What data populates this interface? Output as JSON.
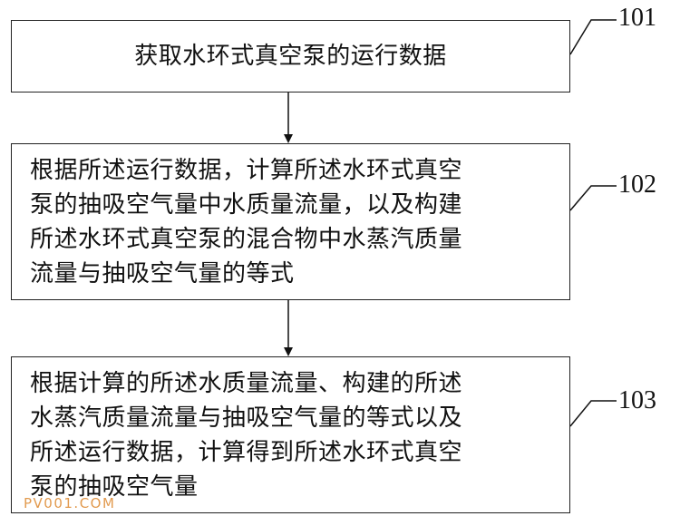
{
  "steps": [
    {
      "id": "101",
      "lines": [
        "获取水环式真空泵的运行数据"
      ]
    },
    {
      "id": "102",
      "lines": [
        "根据所述运行数据，计算所述水环式真空",
        "泵的抽吸空气量中水质量流量，以及构建",
        "所述水环式真空泵的混合物中水蒸汽质量",
        "流量与抽吸空气量的等式"
      ]
    },
    {
      "id": "103",
      "lines": [
        "根据计算的所述水质量流量、构建的所述",
        "水蒸汽质量流量与抽吸空气量的等式以及",
        "所述运行数据，计算得到所述水环式真空",
        "泵的抽吸空气量"
      ]
    }
  ],
  "watermark": "PV001.COM"
}
